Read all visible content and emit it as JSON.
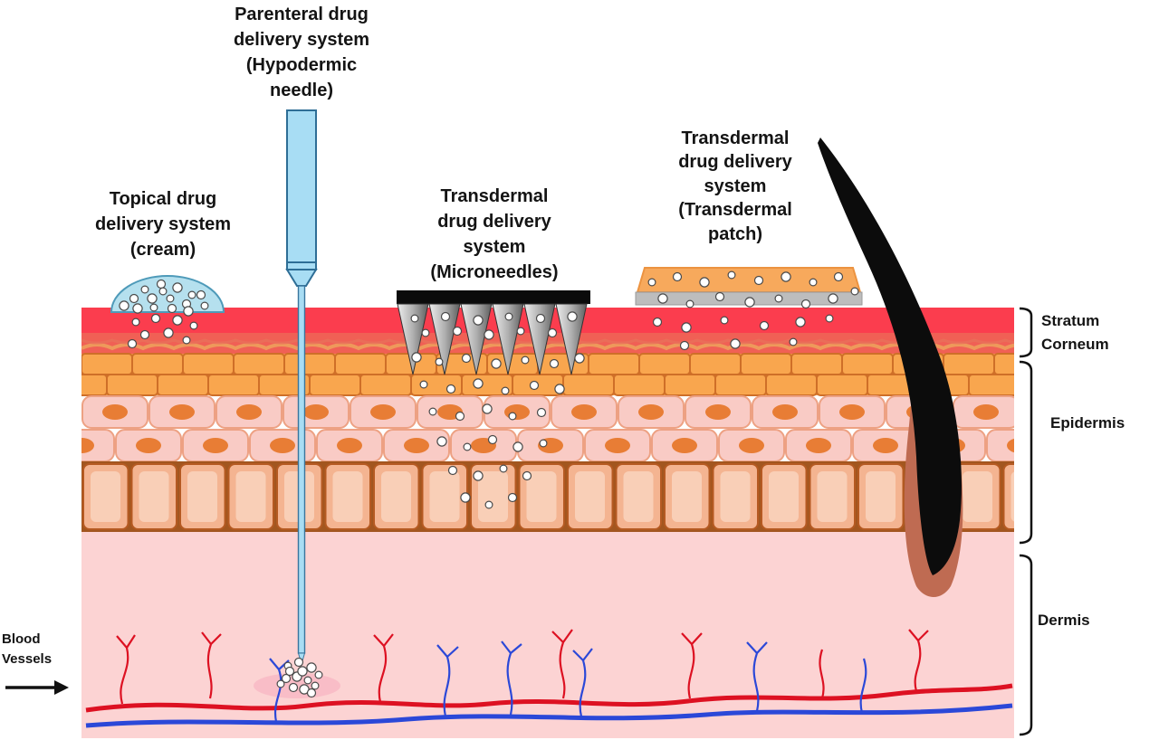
{
  "title": "Drug delivery systems through skin diagram",
  "labels": {
    "parenteral": "Parenteral drug\ndelivery system\n(Hypodermic\nneedle)",
    "topical": "Topical drug\ndelivery system\n(cream)",
    "microneedles": "Transdermal\ndrug delivery\nsystem\n(Microneedles)",
    "patch": "Transdermal\ndrug delivery\nsystem\n(Transdermal\npatch)",
    "stratum_corneum": "Stratum\nCorneum",
    "epidermis": "Epidermis",
    "dermis": "Dermis",
    "blood_vessels": "Blood\nVessels"
  },
  "colors": {
    "stratum_corneum_red": "#fb3d4e",
    "stratum_corneum_lower": "#f06055",
    "brick_layer_orange": "#f9a64e",
    "brick_border": "#cf6f28",
    "cell_pink": "#f9cbc5",
    "cell_nucleus_orange": "#e87d35",
    "basal_cell": "#f4b491",
    "basal_border": "#b55a22",
    "dermis_pink": "#fcd3d3",
    "cream_blue": "#b5e0ee",
    "syringe_blue": "#a8ddf4",
    "needle_outline": "#2e6e96",
    "microneedle_gray": "#9a9a9a",
    "microneedle_bar": "#0b0b0b",
    "patch_orange": "#f7a95c",
    "patch_gray": "#bdbdbd",
    "hair_black": "#0c0c0c",
    "follicle_brown": "#bf6b52",
    "vessel_red": "#dd1122",
    "vessel_blue": "#2b48d8",
    "particle_white": "#ffffff",
    "text_black": "#141414"
  }
}
